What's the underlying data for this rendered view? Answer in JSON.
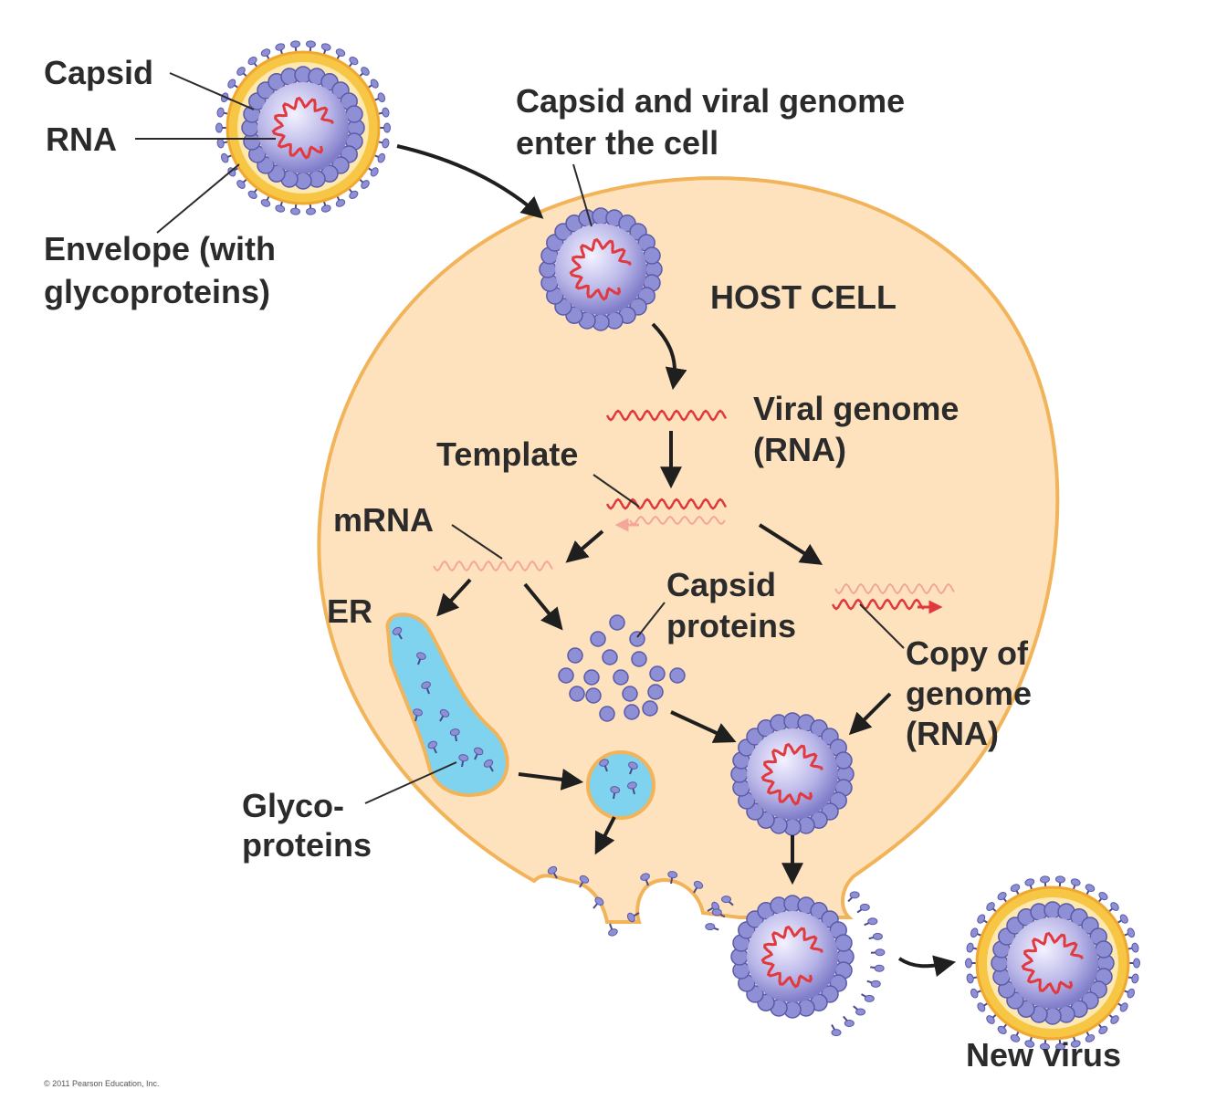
{
  "labels": {
    "capsid": "Capsid",
    "rna": "RNA",
    "envelope_1": "Envelope (with",
    "envelope_2": "glycoproteins)",
    "enter_1": "Capsid and viral genome",
    "enter_2": "enter the cell",
    "host_cell": "HOST CELL",
    "viral_genome_1": "Viral genome",
    "viral_genome_2": "(RNA)",
    "template": "Template",
    "mrna": "mRNA",
    "er": "ER",
    "capsid_proteins_1": "Capsid",
    "capsid_proteins_2": "proteins",
    "copy_1": "Copy of",
    "copy_2": "genome",
    "copy_3": "(RNA)",
    "glyco_1": "Glyco-",
    "glyco_2": "proteins",
    "new_virus": "New virus",
    "copyright": "© 2011 Pearson Education, Inc."
  },
  "colors": {
    "cell_fill": "#fde2bd",
    "cell_stroke": "#f2b45a",
    "capsid_protein": "#8f8fd6",
    "rna": "#e0393e",
    "envelope": "#f7c645",
    "er_fill": "#7fd3ef",
    "arrow": "#1f1f1f"
  }
}
